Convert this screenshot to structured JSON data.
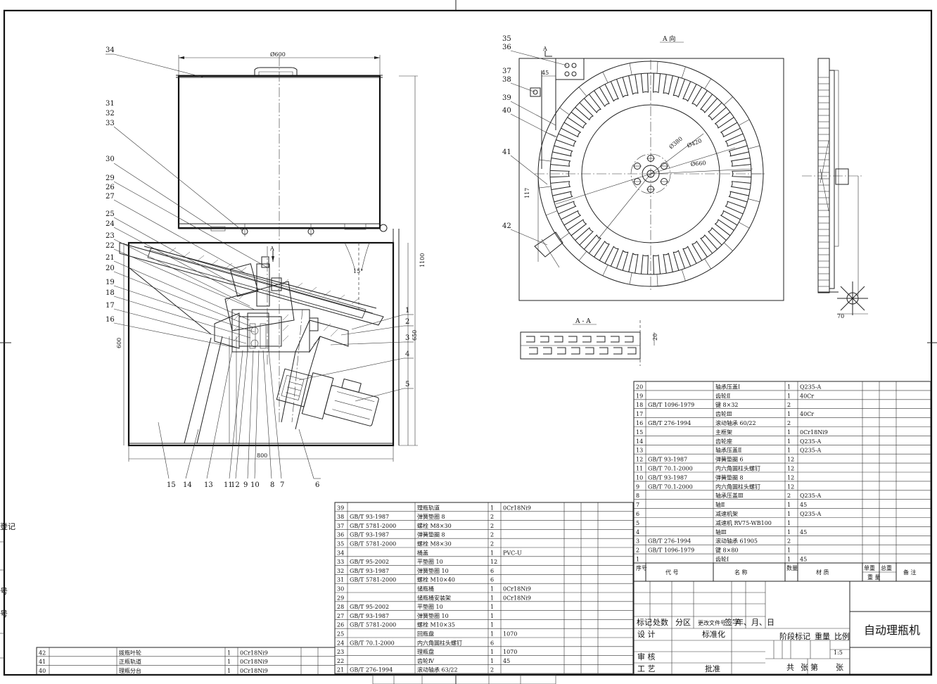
{
  "title_block": {
    "drawing_title": "自动理瓶机",
    "scale": "1:5",
    "labels": {
      "mark": "标记",
      "count": "处数",
      "zone": "分区",
      "doc_no": "更改文件号",
      "sign": "签字",
      "date": "年、月、日",
      "design": "设  计",
      "standard": "标准化",
      "stage": "阶段标记",
      "weight": "重量",
      "ratio": "比例",
      "review": "审  核",
      "craft": "工  艺",
      "approve": "批准",
      "total": "共",
      "sheet_no": "第",
      "sheets": "张",
      "sheet_of": "张"
    }
  },
  "left_edge_labels": [
    "登记",
    "号",
    "号"
  ],
  "bom_header": {
    "seq": "序号",
    "code": "代  号",
    "name": "名  称",
    "qty": "数量",
    "material": "材  质",
    "unit_w": "单重",
    "total_w": "总重",
    "weight": "重  量",
    "remark": "备  注"
  },
  "bom_right": [
    {
      "n": "20",
      "code": "",
      "name": "轴承压盖Ⅰ",
      "qty": "1",
      "mat": "Q235-A"
    },
    {
      "n": "19",
      "code": "",
      "name": "齿轮Ⅱ",
      "qty": "1",
      "mat": "40Cr"
    },
    {
      "n": "18",
      "code": "GB/T 1096-1979",
      "name": "键 8×32",
      "qty": "2",
      "mat": ""
    },
    {
      "n": "17",
      "code": "",
      "name": "齿轮Ⅲ",
      "qty": "1",
      "mat": "40Cr"
    },
    {
      "n": "16",
      "code": "GB/T 276-1994",
      "name": "滚动轴承 60/22",
      "qty": "2",
      "mat": ""
    },
    {
      "n": "15",
      "code": "",
      "name": "主框架",
      "qty": "1",
      "mat": "0Cr18Ni9"
    },
    {
      "n": "14",
      "code": "",
      "name": "齿轮座",
      "qty": "1",
      "mat": "Q235-A"
    },
    {
      "n": "13",
      "code": "",
      "name": "轴承压盖Ⅱ",
      "qty": "1",
      "mat": "Q235-A"
    },
    {
      "n": "12",
      "code": "GB/T 93-1987",
      "name": "弹簧垫圈 6",
      "qty": "12",
      "mat": ""
    },
    {
      "n": "11",
      "code": "GB/T 70.1-2000",
      "name": "内六角圆柱头螺钉",
      "qty": "12",
      "mat": ""
    },
    {
      "n": "10",
      "code": "GB/T 93-1987",
      "name": "弹簧垫圈 8",
      "qty": "12",
      "mat": ""
    },
    {
      "n": "9",
      "code": "GB/T 70.1-2000",
      "name": "内六角圆柱头螺钉",
      "qty": "12",
      "mat": ""
    },
    {
      "n": "8",
      "code": "",
      "name": "轴承压盖Ⅲ",
      "qty": "2",
      "mat": "Q235-A"
    },
    {
      "n": "7",
      "code": "",
      "name": "轴Ⅱ",
      "qty": "1",
      "mat": "45"
    },
    {
      "n": "6",
      "code": "",
      "name": "减速机架",
      "qty": "1",
      "mat": "Q235-A"
    },
    {
      "n": "5",
      "code": "",
      "name": "减速机 RV75-WB100",
      "qty": "1",
      "mat": ""
    },
    {
      "n": "4",
      "code": "",
      "name": "轴Ⅲ",
      "qty": "1",
      "mat": "45"
    },
    {
      "n": "3",
      "code": "GB/T 276-1994",
      "name": "滚动轴承 61905",
      "qty": "2",
      "mat": ""
    },
    {
      "n": "2",
      "code": "GB/T 1096-1979",
      "name": "键 8×80",
      "qty": "1",
      "mat": ""
    },
    {
      "n": "1",
      "code": "",
      "name": "齿轮Ⅰ",
      "qty": "1",
      "mat": "45"
    }
  ],
  "bom_mid": [
    {
      "n": "39",
      "code": "",
      "name": "理瓶轨道",
      "qty": "1",
      "mat": "0Cr18Ni9"
    },
    {
      "n": "38",
      "code": "GB/T 93-1987",
      "name": "弹簧垫圈 8",
      "qty": "2",
      "mat": ""
    },
    {
      "n": "37",
      "code": "GB/T 5781-2000",
      "name": "螺栓 M8×30",
      "qty": "2",
      "mat": ""
    },
    {
      "n": "36",
      "code": "GB/T 93-1987",
      "name": "弹簧垫圈 8",
      "qty": "2",
      "mat": ""
    },
    {
      "n": "35",
      "code": "GB/T 5781-2000",
      "name": "螺栓 M8×30",
      "qty": "2",
      "mat": ""
    },
    {
      "n": "34",
      "code": "",
      "name": "桶盖",
      "qty": "1",
      "mat": "PVC-U"
    },
    {
      "n": "33",
      "code": "GB/T 95-2002",
      "name": "平垫圈 10",
      "qty": "12",
      "mat": ""
    },
    {
      "n": "32",
      "code": "GB/T 93-1987",
      "name": "弹簧垫圈 10",
      "qty": "6",
      "mat": ""
    },
    {
      "n": "31",
      "code": "GB/T 5781-2000",
      "name": "螺栓 M10×40",
      "qty": "6",
      "mat": ""
    },
    {
      "n": "30",
      "code": "",
      "name": "储瓶桶",
      "qty": "1",
      "mat": "0Cr18Ni9"
    },
    {
      "n": "29",
      "code": "",
      "name": "储瓶桶安装架",
      "qty": "1",
      "mat": "0Cr18Ni9"
    },
    {
      "n": "28",
      "code": "GB/T 95-2002",
      "name": "平垫圈 10",
      "qty": "1",
      "mat": ""
    },
    {
      "n": "27",
      "code": "GB/T 93-1987",
      "name": "弹簧垫圈 10",
      "qty": "1",
      "mat": ""
    },
    {
      "n": "26",
      "code": "GB/T 5781-2000",
      "name": "螺栓 M10×35",
      "qty": "1",
      "mat": ""
    },
    {
      "n": "25",
      "code": "",
      "name": "回瓶盘",
      "qty": "1",
      "mat": "1070"
    },
    {
      "n": "24",
      "code": "GB/T 70.1-2000",
      "name": "内六角圆柱头螺钉",
      "qty": "6",
      "mat": ""
    },
    {
      "n": "23",
      "code": "",
      "name": "理瓶盘",
      "qty": "1",
      "mat": "1070"
    },
    {
      "n": "22",
      "code": "",
      "name": "齿轮Ⅳ",
      "qty": "1",
      "mat": "45"
    },
    {
      "n": "21",
      "code": "GB/T 276-1994",
      "name": "滚动轴承 63/22",
      "qty": "2",
      "mat": ""
    }
  ],
  "bom_left": [
    {
      "n": "42",
      "code": "",
      "name": "拨瓶叶轮",
      "qty": "1",
      "mat": "0Cr18Ni9"
    },
    {
      "n": "41",
      "code": "",
      "name": "正瓶轨道",
      "qty": "1",
      "mat": "0Cr18Ni9"
    },
    {
      "n": "40",
      "code": "",
      "name": "理瓶分台",
      "qty": "1",
      "mat": "0Cr18Ni9"
    }
  ],
  "dims": {
    "d600": "Ø600",
    "h1100": "1100",
    "h650": "650",
    "h600": "600",
    "w800": "800",
    "angle15": "15°",
    "d380": "Ø380",
    "d420": "Ø420",
    "d660": "Ø660",
    "w45": "45",
    "h117": "117",
    "w70": "70",
    "s20": "20"
  },
  "view_labels": {
    "a_dir": "A 向",
    "a_sec": "A - A",
    "a": "A"
  },
  "balloons_left": [
    "34",
    "31",
    "32",
    "33",
    "30",
    "29",
    "26",
    "27",
    "25",
    "24",
    "23",
    "22",
    "21",
    "20",
    "19",
    "18",
    "17",
    "16"
  ],
  "balloons_right": [
    "1",
    "2",
    "3",
    "4",
    "5",
    "6"
  ],
  "balloons_bottom": [
    "15",
    "14",
    "13",
    "11",
    "12",
    "9",
    "10",
    "8",
    "7"
  ],
  "balloons_top_view": [
    "35",
    "36",
    "37",
    "38",
    "39",
    "40",
    "41",
    "42"
  ]
}
